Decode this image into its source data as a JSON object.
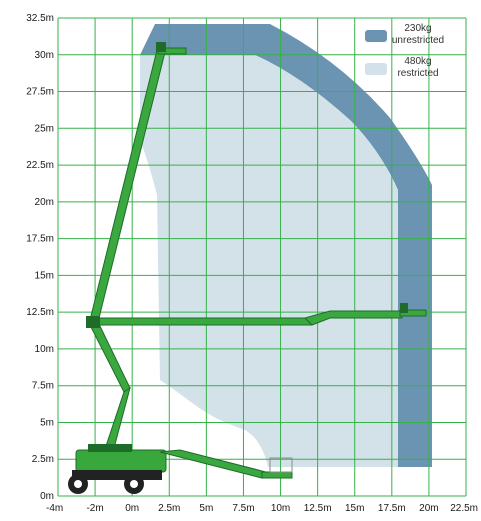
{
  "chart_data": {
    "type": "diagram",
    "x_ticks": [
      "-4m",
      "-2m",
      "0m",
      "2.5m",
      "5m",
      "7.5m",
      "10m",
      "12.5m",
      "15m",
      "17.5m",
      "20m",
      "22.5m"
    ],
    "y_ticks": [
      "0m",
      "2.5m",
      "5m",
      "7.5m",
      "10m",
      "12.5m",
      "15m",
      "17.5m",
      "20m",
      "22.5m",
      "25m",
      "27.5m",
      "30m",
      "32.5m"
    ],
    "legend": [
      {
        "name": "230kg unrestricted",
        "line1": "230kg",
        "line2": "unrestricted",
        "color": "#6b93b2"
      },
      {
        "name": "480kg restricted",
        "line1": "480kg",
        "line2": "restricted",
        "color": "#d2e2e8"
      }
    ],
    "grid": true,
    "colors": {
      "grid": "#36b24a",
      "boom": "#3aa83f",
      "boom_dark": "#1f6b2a",
      "machine_body": "#38a83c",
      "unrestricted_zone": "#6b93b2",
      "restricted_zone": "#d2e2e8"
    }
  }
}
